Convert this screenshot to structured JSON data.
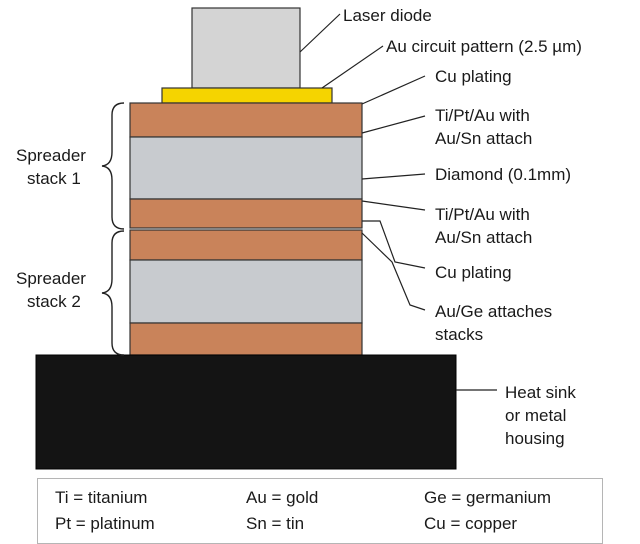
{
  "labels": {
    "laser_diode": "Laser diode",
    "au_circuit": "Au circuit pattern (2.5 µm)",
    "cu_plating_top": "Cu plating",
    "ti_pt_au_top_1": "Ti/Pt/Au with",
    "ti_pt_au_top_2": "Au/Sn attach",
    "diamond": "Diamond (0.1mm)",
    "ti_pt_au_bottom_1": "Ti/Pt/Au with",
    "ti_pt_au_bottom_2": "Au/Sn attach",
    "cu_plating_bottom": "Cu plating",
    "au_ge_1": "Au/Ge attaches",
    "au_ge_2": "stacks",
    "heat_sink_1": "Heat sink",
    "heat_sink_2": "or metal",
    "heat_sink_3": "housing",
    "spreader1_1": "Spreader",
    "spreader1_2": "stack 1",
    "spreader2_1": "Spreader",
    "spreader2_2": "stack 2"
  },
  "legend": {
    "ti": "Ti = titanium",
    "pt": "Pt = platinum",
    "au": "Au = gold",
    "sn": "Sn = tin",
    "ge": "Ge = germanium",
    "cu": "Cu = copper"
  },
  "colors": {
    "copper": "#c9835a",
    "diamond": "#c8cbcf",
    "laser": "#d4d4d4",
    "gold": "#f5d400",
    "heatsink": "#141414"
  }
}
